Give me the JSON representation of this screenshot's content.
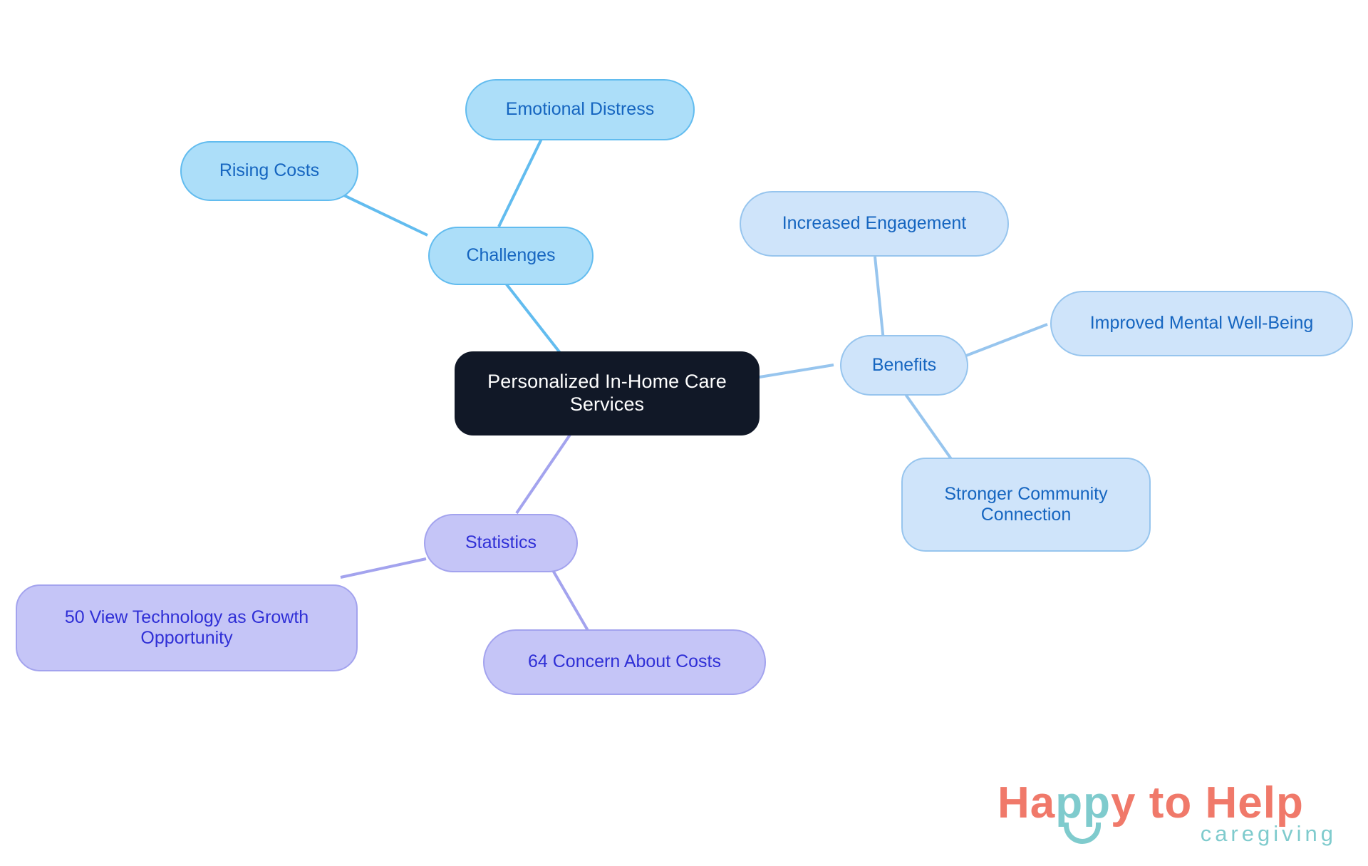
{
  "diagram": {
    "type": "mindmap",
    "background_color": "#ffffff",
    "root": {
      "id": "root",
      "label": "Personalized In-Home Care Services",
      "fill": "#111827",
      "text_color": "#ffffff"
    },
    "branches": [
      {
        "id": "challenges",
        "label": "Challenges",
        "fill": "#ACDEF9",
        "border": "#62BCEF",
        "text_color": "#1565C0",
        "children": [
          {
            "id": "rising-costs",
            "label": "Rising Costs"
          },
          {
            "id": "emotional-distress",
            "label": "Emotional Distress"
          }
        ]
      },
      {
        "id": "benefits",
        "label": "Benefits",
        "fill": "#CFE4FA",
        "border": "#97C5EE",
        "text_color": "#1565C0",
        "children": [
          {
            "id": "increased-engagement",
            "label": "Increased Engagement"
          },
          {
            "id": "improved-mental-well-being",
            "label": "Improved Mental Well-Being"
          },
          {
            "id": "stronger-community-connection",
            "label": "Stronger Community\nConnection"
          }
        ]
      },
      {
        "id": "statistics",
        "label": "Statistics",
        "fill": "#C5C5F7",
        "border": "#A3A3EE",
        "text_color": "#2F2FD6",
        "children": [
          {
            "id": "technology-growth-opportunity",
            "label": "50 View Technology as Growth\nOpportunity"
          },
          {
            "id": "concern-about-costs",
            "label": "64 Concern About Costs"
          }
        ]
      }
    ]
  },
  "logo": {
    "word_happy": "Ha",
    "word_pp": "pp",
    "word_y": "y",
    "word_tohelp": " to Help",
    "tagline": "caregiving",
    "coral": "#F0796A",
    "teal": "#7FCBCD"
  }
}
